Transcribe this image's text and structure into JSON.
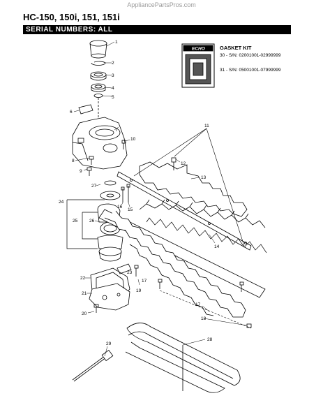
{
  "watermark": "AppliancePartsPros.com",
  "header": {
    "model_title": "HC-150, 150i, 151, 151i",
    "serial_banner": "SERIAL NUMBERS: ALL"
  },
  "gasket_kit": {
    "logo_text": "ECHO",
    "title": "GASKET KIT",
    "lines": [
      "30 - S/N: 02001001-02999999",
      "31 - S/N: 05001001-07999999"
    ]
  },
  "callouts": [
    "1",
    "2",
    "3",
    "4",
    "5",
    "6",
    "7",
    "8",
    "9",
    "10",
    "11",
    "12",
    "13",
    "14",
    "15",
    "16",
    "17",
    "18",
    "19",
    "20",
    "21",
    "22",
    "23",
    "24",
    "25",
    "26",
    "27",
    "28",
    "29"
  ],
  "colors": {
    "ink": "#000000",
    "paper": "#ffffff",
    "watermark": "#9a9a9a"
  }
}
